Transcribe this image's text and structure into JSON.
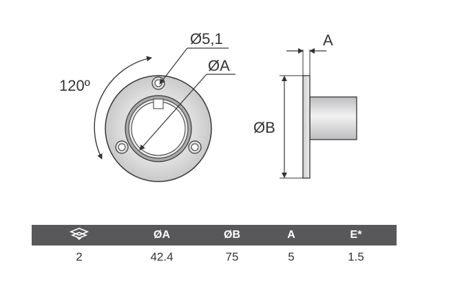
{
  "drawing": {
    "labels": {
      "hole_diameter": "Ø5,1",
      "tube_diameter": "ØA",
      "angle": "120º",
      "flange_thickness": "A",
      "flange_diameter": "ØB"
    },
    "colors": {
      "line": "#333333",
      "gray_fill": "#a9a9ab",
      "light_fill": "#e6e6e6"
    }
  },
  "table": {
    "header": {
      "pack_icon": "pack-icon",
      "col2": "ØA",
      "col3": "ØB",
      "col4": "A",
      "col5": "E*"
    },
    "row": {
      "pack": "2",
      "col2": "42.4",
      "col3": "75",
      "col4": "5",
      "col5": "1.5"
    },
    "colors": {
      "header_bg": "#58585a",
      "header_text": "#ffffff"
    }
  }
}
